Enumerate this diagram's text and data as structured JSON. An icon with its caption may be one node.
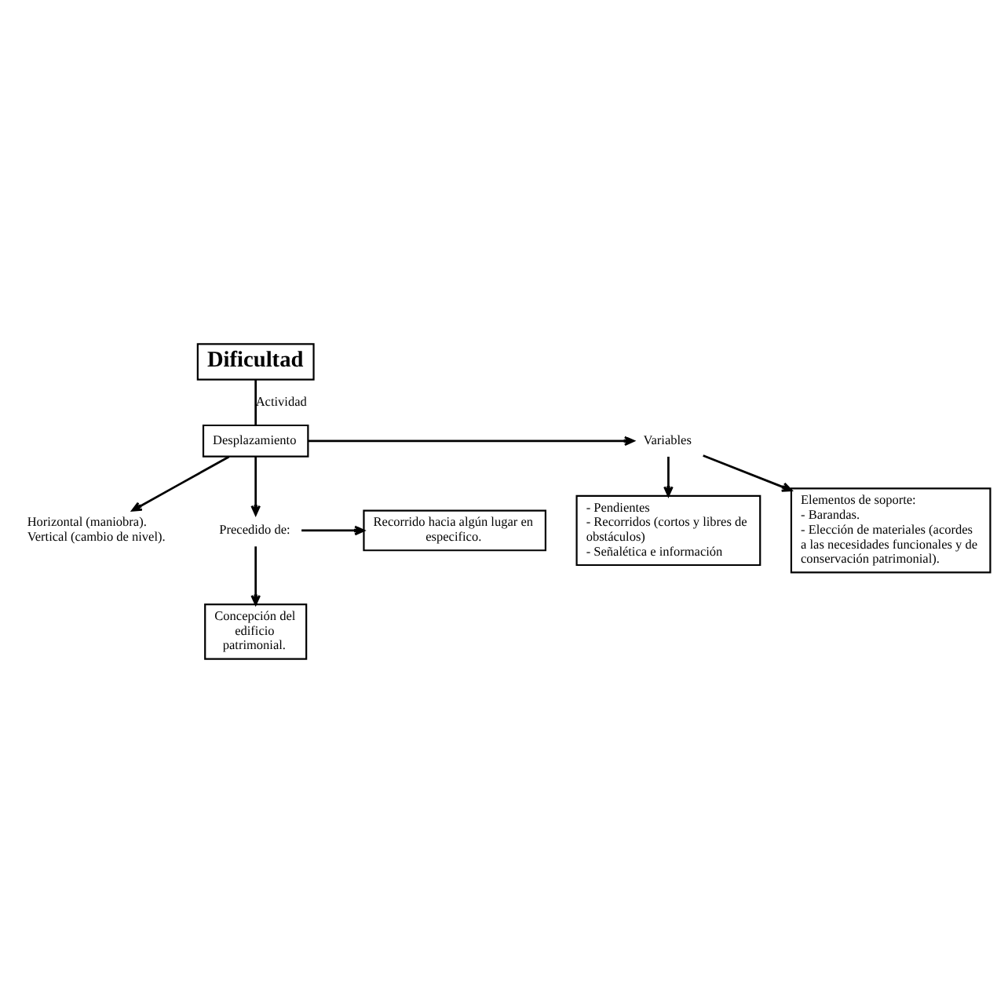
{
  "diagram": {
    "nodes": [
      {
        "text": [
          "Dificultad"
        ]
      },
      {
        "text": [
          "Desplazamiento"
        ]
      },
      {
        "text": [
          "Variables"
        ]
      },
      {
        "text": [
          "- Pendientes",
          "- Recorridos (cortos y libres de obstáculos)",
          "- Señalética e información"
        ]
      },
      {
        "text": [
          "Elementos de soporte:",
          "- Barandas.",
          "- Elección de materiales (acordes a las necesidades funcionales y de conservación patrimonial)."
        ]
      },
      {
        "text": [
          "Horizontal (maniobra).",
          "Vertical (cambio de nivel)."
        ]
      },
      {
        "text": [
          "Concepción del edificio patrimonial."
        ]
      },
      {
        "text": [
          "Precedido de:"
        ]
      },
      {
        "text": [
          "Recorrido hacia algún lugar en especifico."
        ]
      }
    ],
    "edges": [
      {
        "from": 0,
        "to": 1,
        "arrow": "none",
        "label": "Actividad"
      },
      {
        "from": 1,
        "to": 2,
        "arrow": "to"
      },
      {
        "from": 2,
        "to": 3,
        "arrow": "to"
      },
      {
        "from": 2,
        "to": 4,
        "arrow": "to"
      },
      {
        "from": 1,
        "to": 5,
        "arrow": "to"
      },
      {
        "from": 1,
        "to": 7,
        "arrow": "to"
      },
      {
        "from": 7,
        "to": 6,
        "arrow": "to"
      },
      {
        "from": 7,
        "to": 8,
        "arrow": "to"
      }
    ]
  }
}
